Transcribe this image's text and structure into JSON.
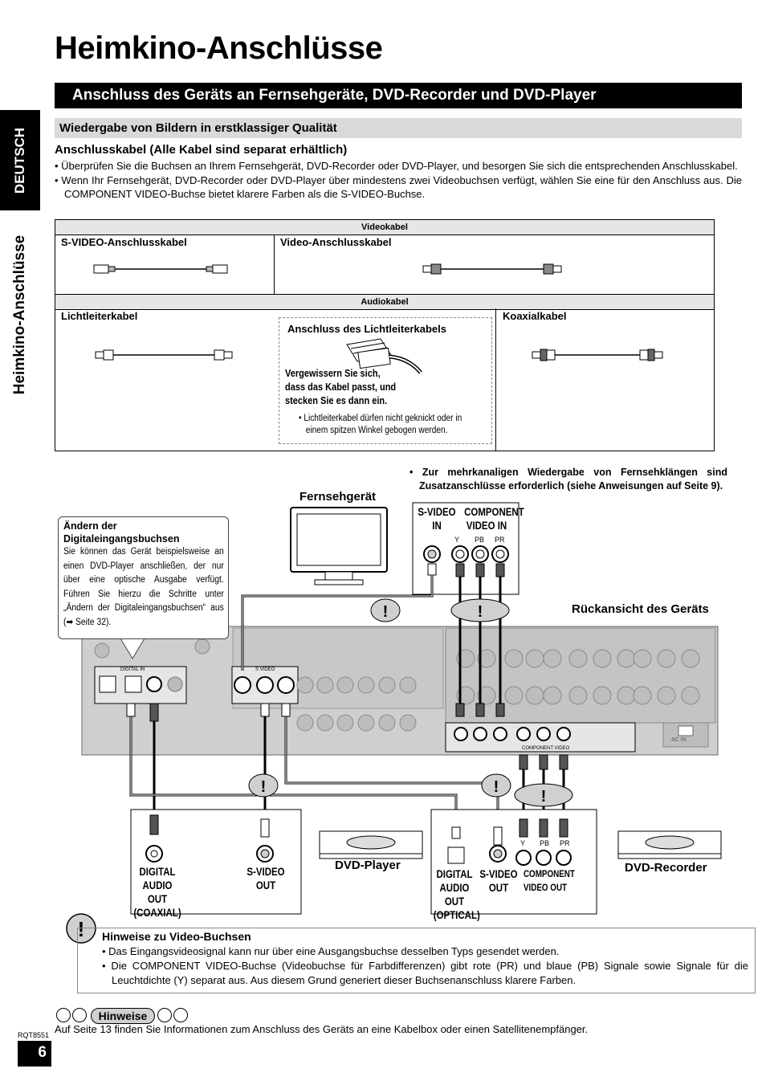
{
  "page": {
    "title": "Heimkino-Anschlüsse",
    "section_title": "Anschluss des Geräts an Fernsehgeräte, DVD-Recorder und DVD-Player",
    "sub_title": "Wiedergabe von Bildern in erstklassiger Qualität",
    "side_tab": "DEUTSCH",
    "side_heading": "Heimkino-Anschlüsse"
  },
  "cables": {
    "heading": "Anschlusskabel (Alle Kabel sind separat erhältlich)",
    "bullets": [
      "• Überprüfen Sie die Buchsen an Ihrem Fernsehgerät, DVD-Recorder oder DVD-Player, und besorgen Sie sich die entsprechenden Anschlusskabel.",
      "• Wenn Ihr Fernsehgerät, DVD-Recorder oder DVD-Player über mindestens zwei Videobuchsen verfügt, wählen Sie eine für den Anschluss aus. Die COMPONENT VIDEO-Buchse bietet klarere Farben als die S-VIDEO-Buchse."
    ],
    "video_header": "Videokabel",
    "svideo_label": "S-VIDEO-Anschlusskabel",
    "video_label": "Video-Anschlusskabel",
    "audio_header": "Audiokabel",
    "optical_label": "Lichtleiterkabel",
    "optical_conn_title": "Anschluss des Lichtleiterkabels",
    "optical_conn_note": "Vergewissern Sie sich, dass das Kabel passt, und stecken Sie es dann ein.",
    "optical_conn_bullet": "• Lichtleiterkabel dürfen nicht geknickt oder in einem spitzen Winkel gebogen werden.",
    "coax_label": "Koaxialkabel"
  },
  "diagram": {
    "note_top": "• Zur mehrkanaligen Wiedergabe von Fernsehklängen sind Zusatzanschlüsse erforderlich (siehe Anweisungen auf Seite 9).",
    "tv_label": "Fernsehgerät",
    "tv_svideo": "S-VIDEO IN",
    "tv_component": "COMPONENT VIDEO IN",
    "ypbpr": [
      "Y",
      "PB",
      "PR"
    ],
    "rear_label": "Rückansicht des Geräts",
    "callout_title": "Ändern der Digitaleingangsbuchsen",
    "callout_body": "Sie können das Gerät beispielsweise an einen DVD-Player anschließen, der nur über eine optische Ausgabe verfügt. Führen Sie hierzu die Schritte unter „Ändern der Digitaleingangsbuchsen“ aus (➡ Seite 32).",
    "dvd_player_label": "DVD-Player",
    "dvd_recorder_label": "DVD-Recorder",
    "player_digital": "DIGITAL AUDIO OUT (COAXIAL)",
    "player_svideo": "S-VIDEO OUT",
    "rec_digital": "DIGITAL AUDIO OUT (OPTICAL)",
    "rec_svideo": "S-VIDEO OUT",
    "rec_component": "COMPONENT VIDEO OUT",
    "panel_digital_in": "DIGITAL IN",
    "panel_svideo": "S VIDEO",
    "panel_component": "COMPONENT VIDEO",
    "panel_ac_in": "AC IN"
  },
  "hints": {
    "title": "Hinweise zu Video-Buchsen",
    "items": [
      "• Das Eingangsvideosignal kann nur über eine Ausgangsbuchse desselben Typs gesendet werden.",
      "• Die COMPONENT VIDEO-Buchse (Videobuchse für Farbdifferenzen) gibt rote (PR) und blaue (PB) Signale sowie Signale für die Leuchtdichte (Y) separat aus. Aus diesem Grund generiert dieser Buchsenanschluss klarere Farben."
    ]
  },
  "footer": {
    "hinweise_label": "Hinweise",
    "text": "Auf Seite 13 finden Sie Informationen zum Anschluss des Geräts an eine Kabelbox oder einen Satellitenempfänger.",
    "model": "RQT8551",
    "page": "6"
  }
}
